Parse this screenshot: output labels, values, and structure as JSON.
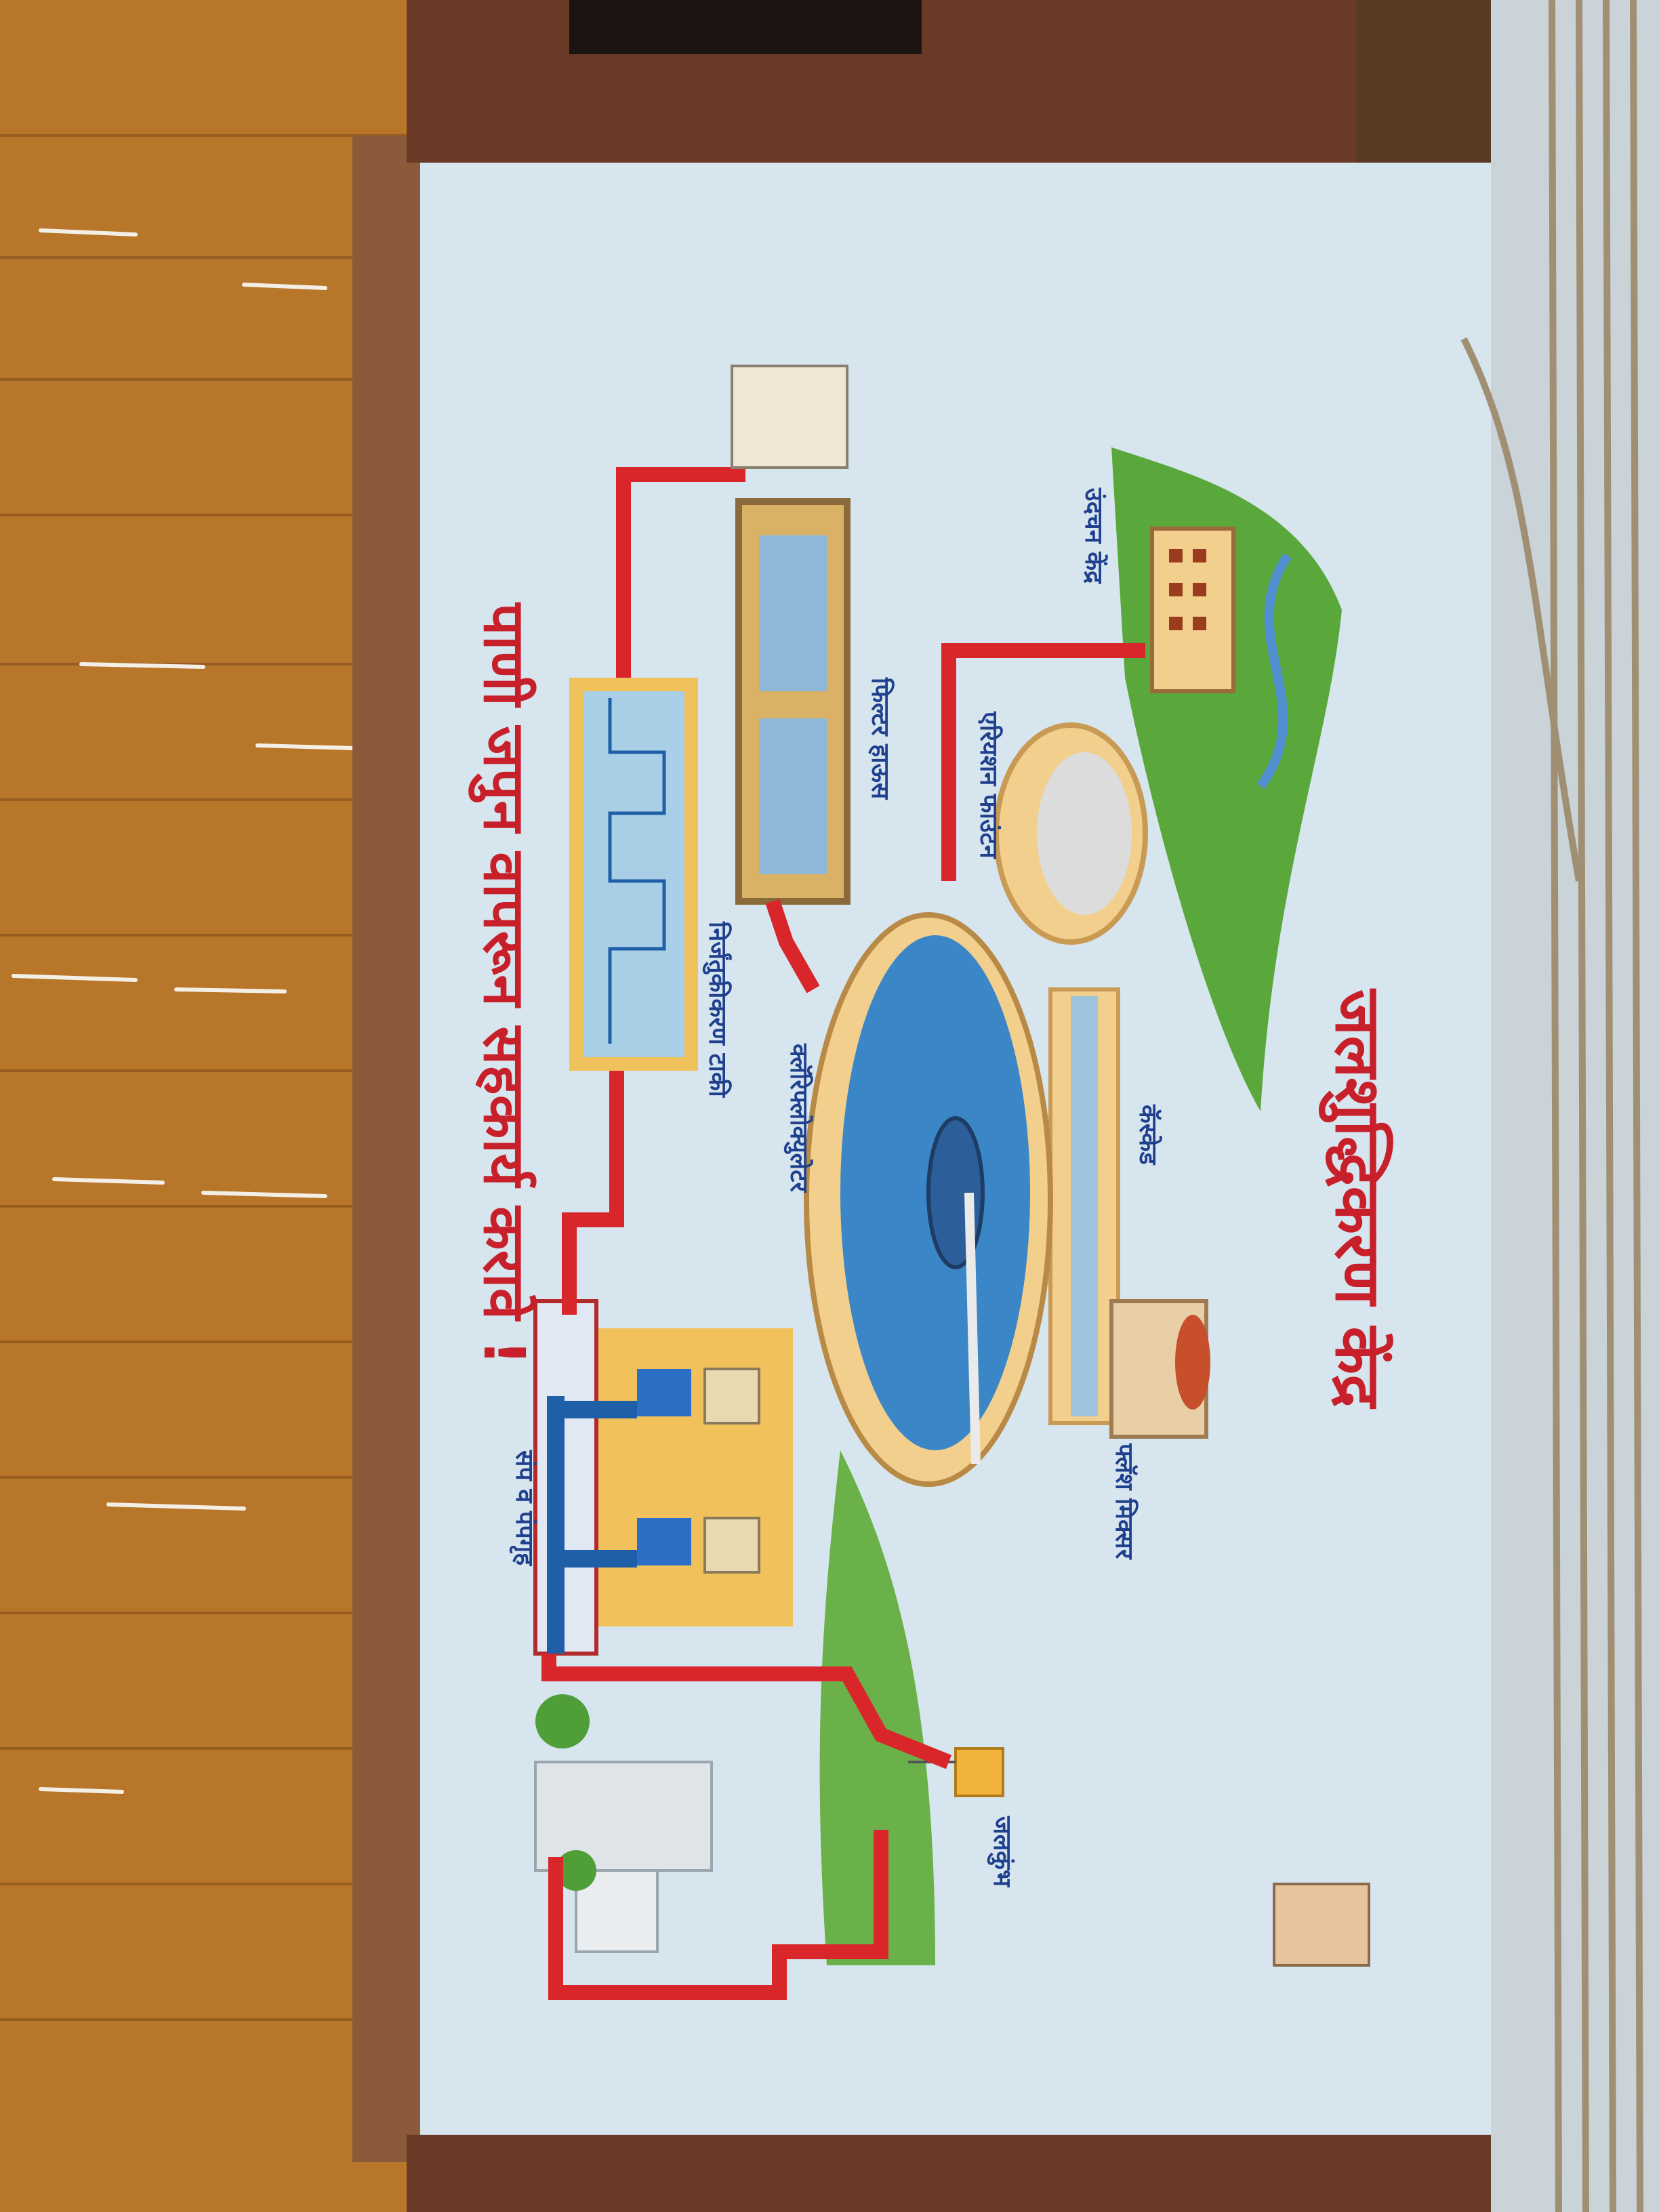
{
  "title": "जलशुद्धिकरण केंद्र",
  "slogan": "पाणी जपुन वापरून सहकार्य करावे !",
  "stages": {
    "pumping": "उंदचन केंद्र",
    "aeration": "एरियशन फाउंटन",
    "cascade": "कॅस्केड",
    "flash_mixer": "फ्लॅश मिक्सर",
    "clariflocculator": "क्लॅरिफ्लोक्युलेटर",
    "filter": "फिल्टर हाऊस",
    "disinfection": "निर्जंतुकीकरण टाकी",
    "sump": "संप व पंपगृह",
    "reservoir": "जलकुंभ"
  },
  "colors": {
    "wall": "#d7e6ee",
    "pipe": "#d8262b",
    "water": "#3b86c6",
    "tank_rim": "#f2cf8c",
    "grass": "#5aa83c",
    "wood": "#b8762a"
  }
}
